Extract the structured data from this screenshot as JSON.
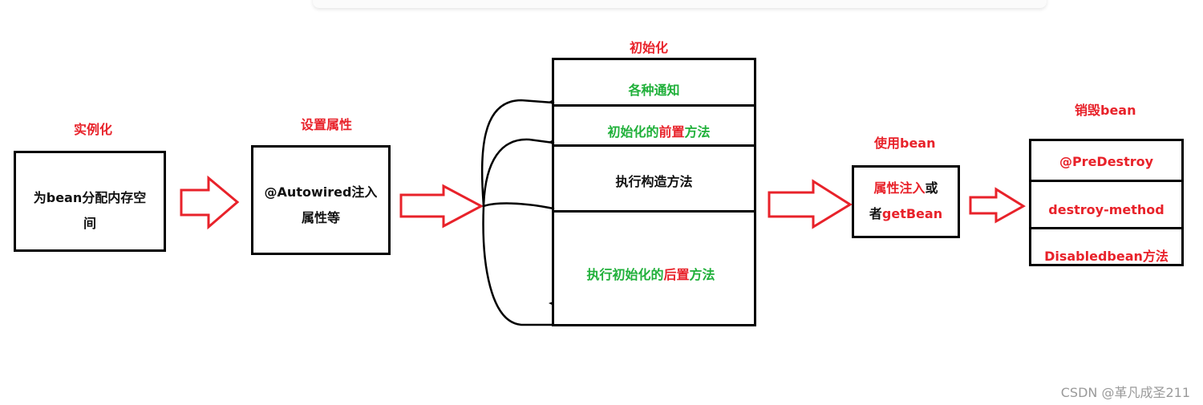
{
  "stages": {
    "instantiate": {
      "title": "实例化",
      "box_line1": "为bean分配内存空",
      "box_line2": "间"
    },
    "set_props": {
      "title": "设置属性",
      "box_line1": "@Autowired注入",
      "box_line2": "属性等"
    },
    "init": {
      "title": "初始化",
      "row1": "各种通知",
      "row2_prefix": "初始化的",
      "row2_highlight": "前置",
      "row2_suffix": "方法",
      "row3": "执行构造方法",
      "row4_prefix": "执行初始化的",
      "row4_highlight": "后置",
      "row4_suffix": "方法"
    },
    "use": {
      "title": "使用bean",
      "line1_red": "属性注入",
      "line1_black": "或",
      "line2_black": "者",
      "line2_red": "getBean"
    },
    "destroy": {
      "title": "销毁bean",
      "row1": "@PreDestroy",
      "row2": "destroy-method",
      "row3": "Disabledbean方法"
    }
  },
  "watermark": "CSDN @革凡成圣211",
  "colors": {
    "red": "#e8222a",
    "green": "#20b03a",
    "black": "#000000",
    "arrow_fill": "#ffffff"
  }
}
